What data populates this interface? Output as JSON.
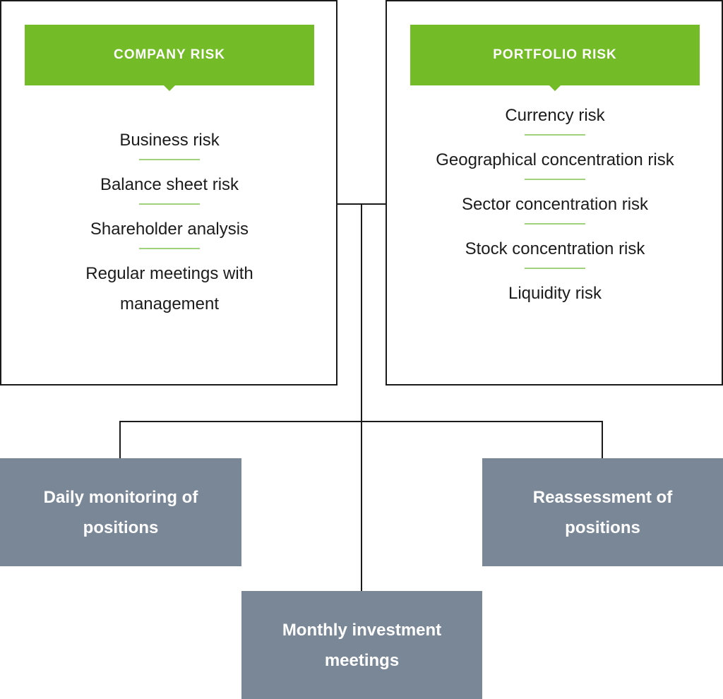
{
  "company_risk": {
    "title": "COMPANY RISK",
    "items": [
      "Business risk",
      "Balance sheet risk",
      "Shareholder analysis",
      "Regular meetings with management"
    ]
  },
  "portfolio_risk": {
    "title": "PORTFOLIO RISK",
    "items": [
      "Currency risk",
      "Geographical concentration risk",
      "Sector concentration risk",
      "Stock concentration risk",
      "Liquidity risk"
    ]
  },
  "actions": {
    "daily": "Daily monitoring of positions",
    "reassessment": "Reassessment of positions",
    "monthly": "Monthly investment meetings"
  },
  "colors": {
    "header_green": "#73bc27",
    "separator_green": "#9fd27a",
    "action_grey": "#7a8797",
    "line": "#1a1a1a"
  }
}
